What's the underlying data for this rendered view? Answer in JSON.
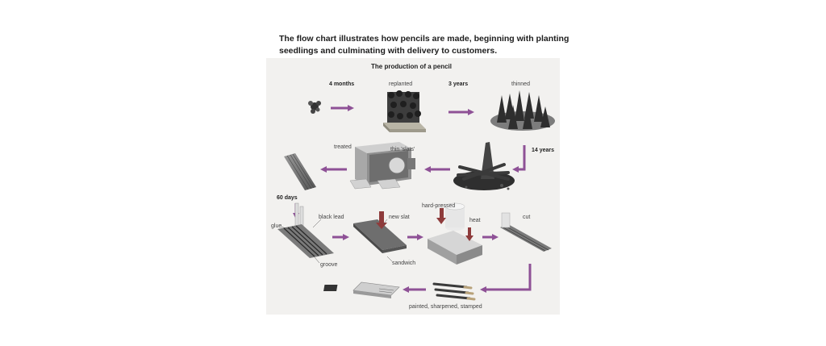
{
  "intro_text": "The flow chart illustrates how pencils are made, beginning with planting seedlings and culminating with delivery to customers.",
  "diagram": {
    "title": "The production of a pencil",
    "labels": {
      "months4": "4 months",
      "replanted": "replanted",
      "years3": "3 years",
      "thinned": "thinned",
      "years14": "14 years",
      "treated": "treated",
      "thin_slats": "thin 'slats'",
      "days60": "60 days",
      "glue": "glue",
      "black_lead": "black lead",
      "groove": "groove",
      "new_slat": "new slat",
      "sandwich": "sandwich",
      "hard_pressed": "hard-pressed",
      "heat": "heat",
      "cut": "cut",
      "painted": "painted, sharpened, stamped"
    },
    "colors": {
      "arrow": "#8e5196",
      "panel": "#f2f1ef"
    },
    "icons": [
      "seedling-icon",
      "replanted-trees-icon",
      "forest-icon",
      "felled-trees-icon",
      "treatment-machine-icon",
      "slat-icon",
      "grooved-slat-icon",
      "sandwich-icon",
      "press-icon",
      "cut-pencils-icon",
      "pencils-icon",
      "pencil-box-icon"
    ]
  }
}
